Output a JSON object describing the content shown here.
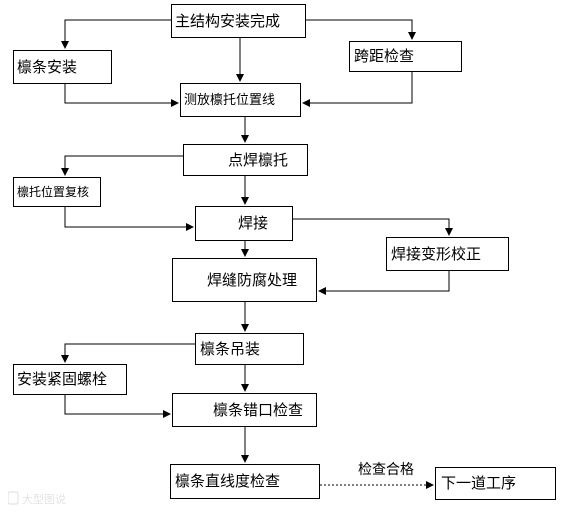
{
  "flowchart": {
    "nodes": {
      "n_main": "主结构安装完成",
      "n_purlin": "檩条安装",
      "n_span": "跨距检查",
      "n_mark": "测放檩托位置线",
      "n_spot": "点焊檩托",
      "n_recheck": "檩托位置复核",
      "n_weld": "焊接",
      "n_deform": "焊接变形校正",
      "n_anticorr": "焊缝防腐处理",
      "n_hoist": "檩条吊装",
      "n_bolt": "安装紧固螺栓",
      "n_offset": "檩条错口检查",
      "n_straight": "檩条直线度检查",
      "n_next": "下一道工序"
    },
    "edge_label_pass": "检查合格"
  },
  "watermark": {
    "text": "大型图说",
    "color": "#9a9a9a"
  },
  "colors": {
    "line": "#000000",
    "box_border": "#000000"
  }
}
